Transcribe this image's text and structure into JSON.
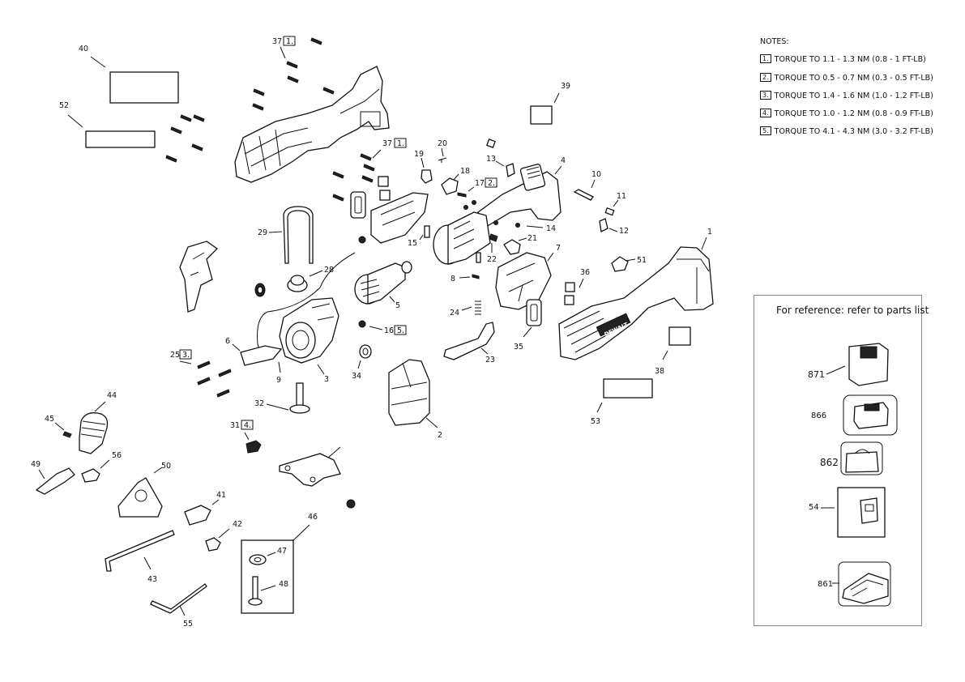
{
  "notes": {
    "title": "NOTES:",
    "items": [
      {
        "flag": "1.",
        "text": "TORQUE TO 1.1 - 1.3 NM (0.8 - 1 FT-LB)"
      },
      {
        "flag": "2.",
        "text": "TORQUE TO 0.5 - 0.7 NM (0.3 - 0.5 FT-LB)"
      },
      {
        "flag": "3.",
        "text": "TORQUE TO 1.4 - 1.6 NM (1.0 - 1.2 FT-LB)"
      },
      {
        "flag": "4.",
        "text": "TORQUE TO 1.0 - 1.2 NM (0.8 - 0.9 FT-LB)"
      },
      {
        "flag": "5.",
        "text": "TORQUE TO 4.1 - 4.3 NM (3.0 - 3.2 FT-LB)"
      }
    ]
  },
  "reference": {
    "title": "For reference: refer to parts list",
    "items": [
      "871",
      "866",
      "862",
      "54",
      "861"
    ]
  },
  "part_numbers": {
    "p1": "1",
    "p2": "2",
    "p3": "3",
    "p4": "4",
    "p5": "5",
    "p6": "6",
    "p7": "7",
    "p8": "8",
    "p9": "9",
    "p10": "10",
    "p11": "11",
    "p12": "12",
    "p13": "13",
    "p14": "14",
    "p15": "15",
    "p16": "16",
    "p17": "17",
    "p18": "18",
    "p19": "19",
    "p20": "20",
    "p21": "21",
    "p22": "22",
    "p23": "23",
    "p24": "24",
    "p25": "25",
    "p28": "28",
    "p29": "29",
    "p31": "31",
    "p32": "32",
    "p34": "34",
    "p35": "35",
    "p36": "36",
    "p37a": "37",
    "p37b": "37",
    "p38": "38",
    "p39": "39",
    "p40": "40",
    "p41": "41",
    "p42": "42",
    "p43": "43",
    "p44": "44",
    "p45": "45",
    "p46": "46",
    "p47": "47",
    "p48": "48",
    "p49": "49",
    "p50": "50",
    "p51": "51",
    "p52": "52",
    "p53": "53",
    "p55": "55",
    "p56": "56"
  },
  "flags": {
    "f37a": "1.",
    "f37b": "1.",
    "f17": "2.",
    "f25": "3.",
    "f16": "5.",
    "f31": "4."
  },
  "brand": "DEWALT"
}
